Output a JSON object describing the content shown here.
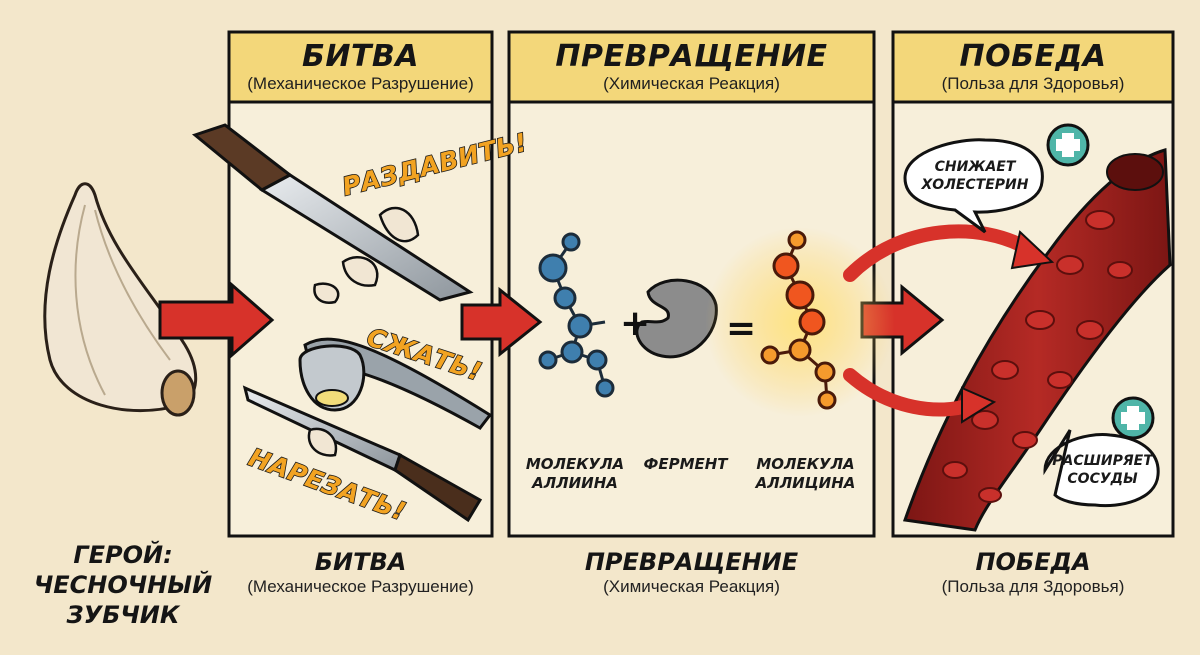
{
  "hero": {
    "line1": "ГЕРОЙ:",
    "line2": "ЧЕСНОЧНЫЙ",
    "line3": "ЗУБЧИК"
  },
  "panels": {
    "battle": {
      "title": "БИТВА",
      "subtitle": "(Механическое Разрушение)"
    },
    "transform": {
      "title": "ПРЕВРАЩЕНИЕ",
      "subtitle": "(Химическая Реакция)"
    },
    "victory": {
      "title": "ПОБЕДА",
      "subtitle": "(Польза для Здоровья)"
    }
  },
  "actions": {
    "crush": "РАЗДАВИТЬ!",
    "squeeze": "СЖАТЬ!",
    "cut": "НАРЕЗАТЬ!"
  },
  "reaction": {
    "plus": "+",
    "equals": "=",
    "alliin": {
      "line1": "МОЛЕКУЛА",
      "line2": "АЛЛИИНА"
    },
    "enzyme": "ФЕРМЕНТ",
    "allicin": {
      "line1": "МОЛЕКУЛА",
      "line2": "АЛЛИЦИНА"
    }
  },
  "benefits": {
    "cholesterol": {
      "line1": "СНИЖАЕТ",
      "line2": "ХОЛЕСТЕРИН"
    },
    "vessels": {
      "line1": "РАСШИРЯЕТ",
      "line2": "СОСУДЫ"
    }
  },
  "colors": {
    "background": "#f3e7cb",
    "header": "#f3d77a",
    "arrow": "#d7322a",
    "action_text": "#f2a322",
    "alliin": "#3f7fae",
    "allicin": "#f0561f",
    "enzyme": "#8c8c8c",
    "vessel": "#9a1d1b",
    "cross": "#4fb5a8"
  }
}
